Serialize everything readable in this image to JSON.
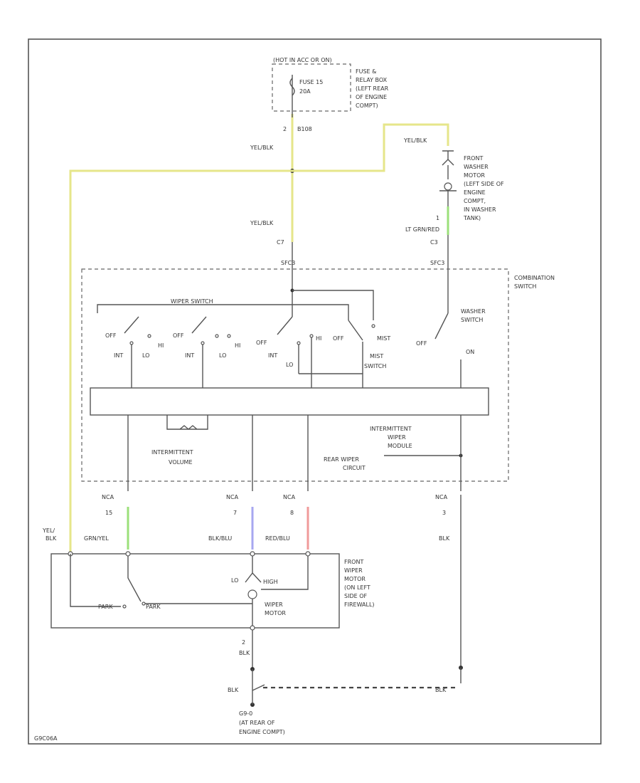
{
  "labels": {
    "hot": "(HOT IN ACC OR ON)",
    "fuse": "FUSE 15",
    "fuse_amp": "20A",
    "fuse_box": [
      "FUSE &",
      "RELAY BOX",
      "(LEFT REAR",
      "OF ENGINE",
      "COMPT)"
    ],
    "pin2": "2",
    "conn_b108": "B108",
    "yelblk_top": "YEL/BLK",
    "yelblk_right": "YEL/BLK",
    "yelblk_mid": "YEL/BLK",
    "washer_motor": [
      "FRONT",
      "WASHER",
      "MOTOR",
      "(LEFT SIDE OF",
      "ENGINE",
      "COMPT,",
      "IN WASHER",
      "TANK)"
    ],
    "pin1": "1",
    "ltgrnred": "LT GRN/RED",
    "c17": "C7",
    "c13": "C3",
    "sfc1": "SFC3",
    "sfc2": "SFC3",
    "combo_switch": [
      "COMBINATION",
      "SWITCH"
    ],
    "wiper_switch": "WIPER SWITCH",
    "washer_switch": [
      "WASHER",
      "SWITCH"
    ],
    "off1": "OFF",
    "int1": "INT",
    "lo1": "LO",
    "hi1": "HI",
    "off2": "OFF",
    "int2": "INT",
    "lo2": "LO",
    "hi2": "HI",
    "off3": "OFF",
    "int3": "INT",
    "lo3": "LO",
    "hi3": "HI",
    "off4": "OFF",
    "mist": "MIST",
    "mist_switch": [
      "MIST",
      "SWITCH"
    ],
    "off5": "OFF",
    "on5": "ON",
    "int_volume": [
      "INTERMITTENT",
      "VOLUME"
    ],
    "int_module": [
      "INTERMITTENT",
      "WIPER",
      "MODULE"
    ],
    "rear_wiper": [
      "REAR WIPER",
      "CIRCUIT"
    ],
    "nca1": "NCA",
    "nca2": "NCA",
    "nca3": "NCA",
    "nca4": "NCA",
    "p15": "15",
    "p7": "7",
    "p8": "8",
    "p3": "3",
    "yelblk_left": [
      "YEL/",
      "BLK"
    ],
    "grnyel": "GRN/YEL",
    "blublu": "BLK/BLU",
    "redblu": "RED/BLU",
    "blk_right": "BLK",
    "front_motor": [
      "FRONT",
      "WIPER",
      "MOTOR",
      "(ON LEFT",
      "SIDE OF",
      "FIREWALL)"
    ],
    "lo_motor": "LO",
    "hi_motor": "HIGH",
    "park": "PARK",
    "park_on": "PARK",
    "wiper_motor": [
      "WIPER",
      "MOTOR"
    ],
    "pin2b": "2",
    "blk_bottom": "BLK",
    "blk_gnd_left": "BLK",
    "blk_gnd_right": "BLK",
    "ground": [
      "G9-0",
      "(AT REAR OF",
      "ENGINE COMPT)"
    ],
    "code": "G9C06A"
  }
}
